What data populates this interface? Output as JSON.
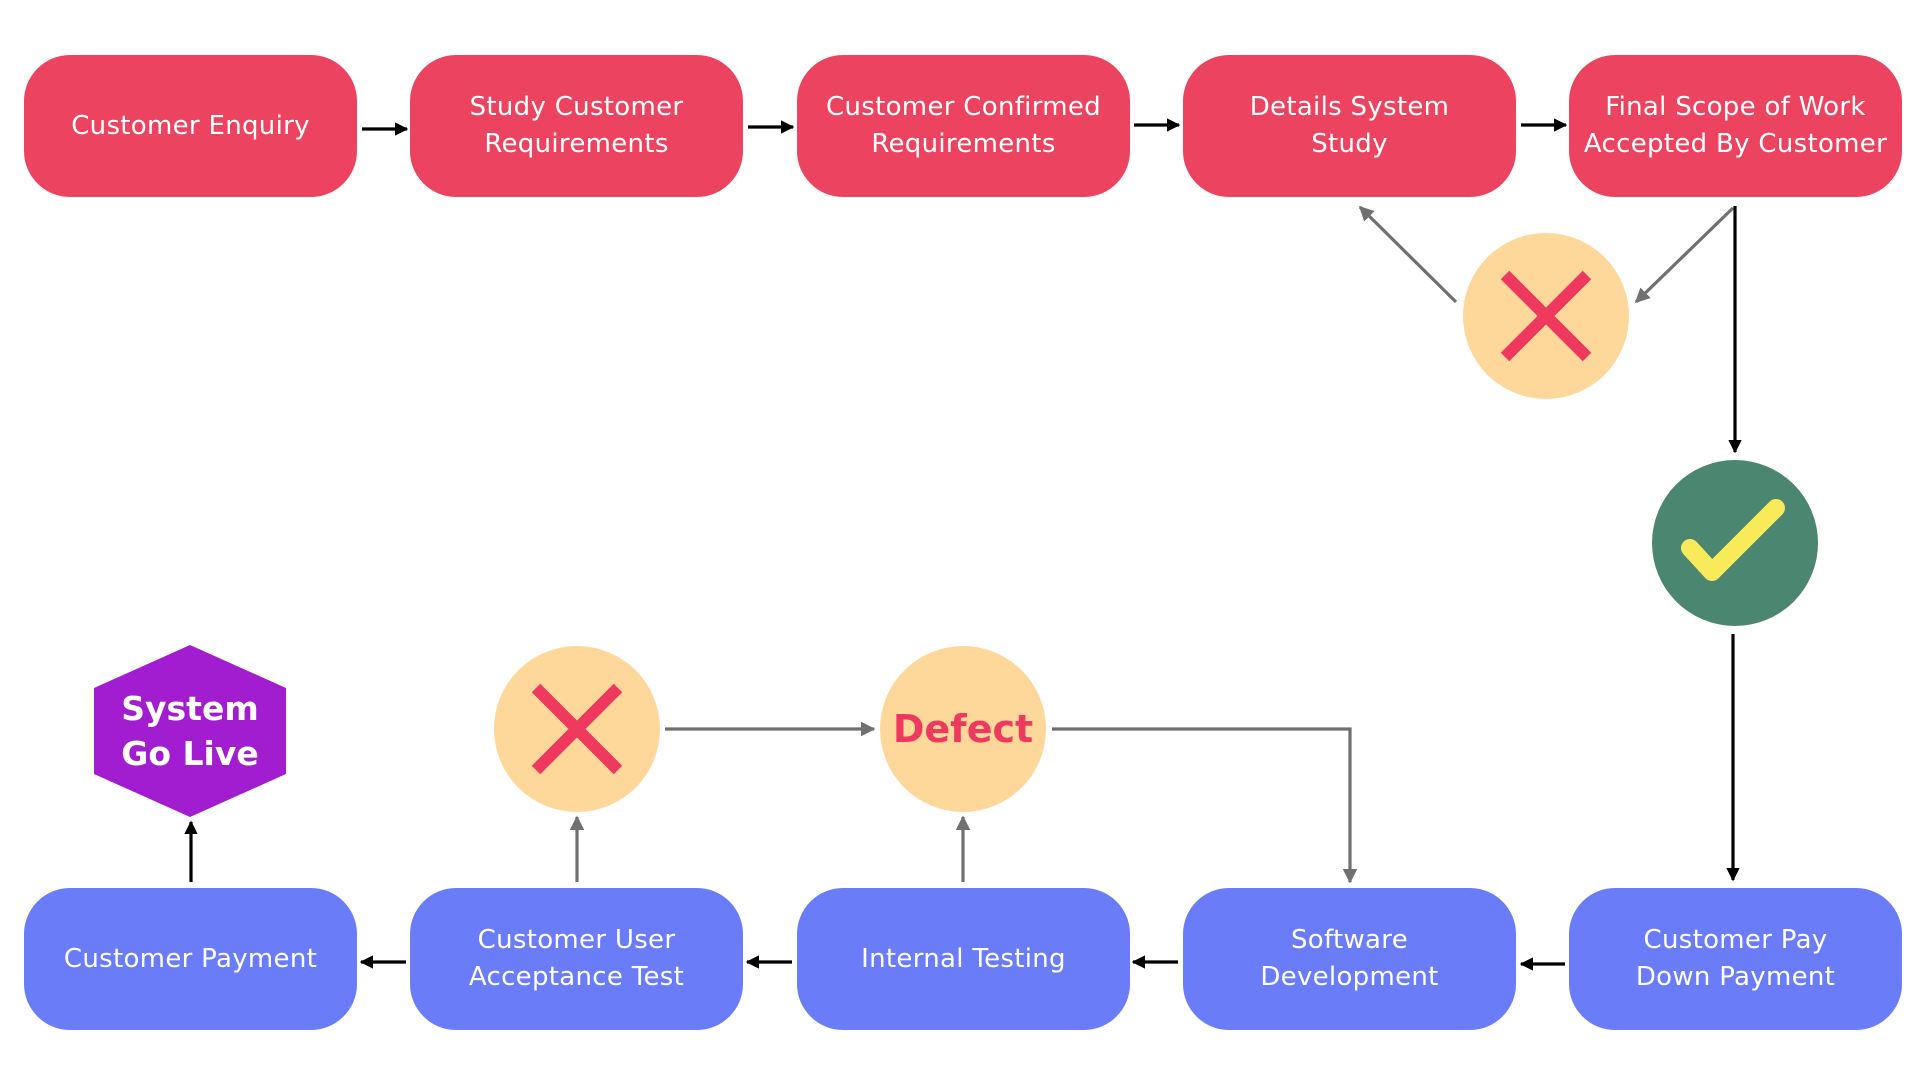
{
  "nodes": {
    "customer_enquiry": "Customer Enquiry",
    "study_customer_requirements": "Study Customer\nRequirements",
    "customer_confirmed_requirements": "Customer Confirmed\nRequirements",
    "details_system_study": "Details System\nStudy",
    "final_scope_of_work": "Final Scope of Work\nAccepted By Customer",
    "customer_pay_down_payment": "Customer Pay\nDown Payment",
    "software_development": "Software\nDevelopment",
    "internal_testing": "Internal Testing",
    "customer_user_acceptance_test": "Customer User\nAcceptance Test",
    "customer_payment": "Customer Payment",
    "system_go_live": "System\nGo Live"
  },
  "markers": {
    "defect": "Defect"
  },
  "colors": {
    "stage_red": "#ec4460",
    "stage_blue": "#6b7cf8",
    "decision_peach": "#fed89b",
    "cross_red": "#f0395e",
    "approve_green": "#4b8670",
    "check_yellow": "#f9ea5c",
    "go_live_purple": "#a21dd0",
    "arrow_black": "#000000",
    "arrow_gray": "#707070"
  },
  "icons": {
    "reject_top": "cross-icon",
    "reject_bottom": "cross-icon",
    "approve": "check-icon"
  }
}
